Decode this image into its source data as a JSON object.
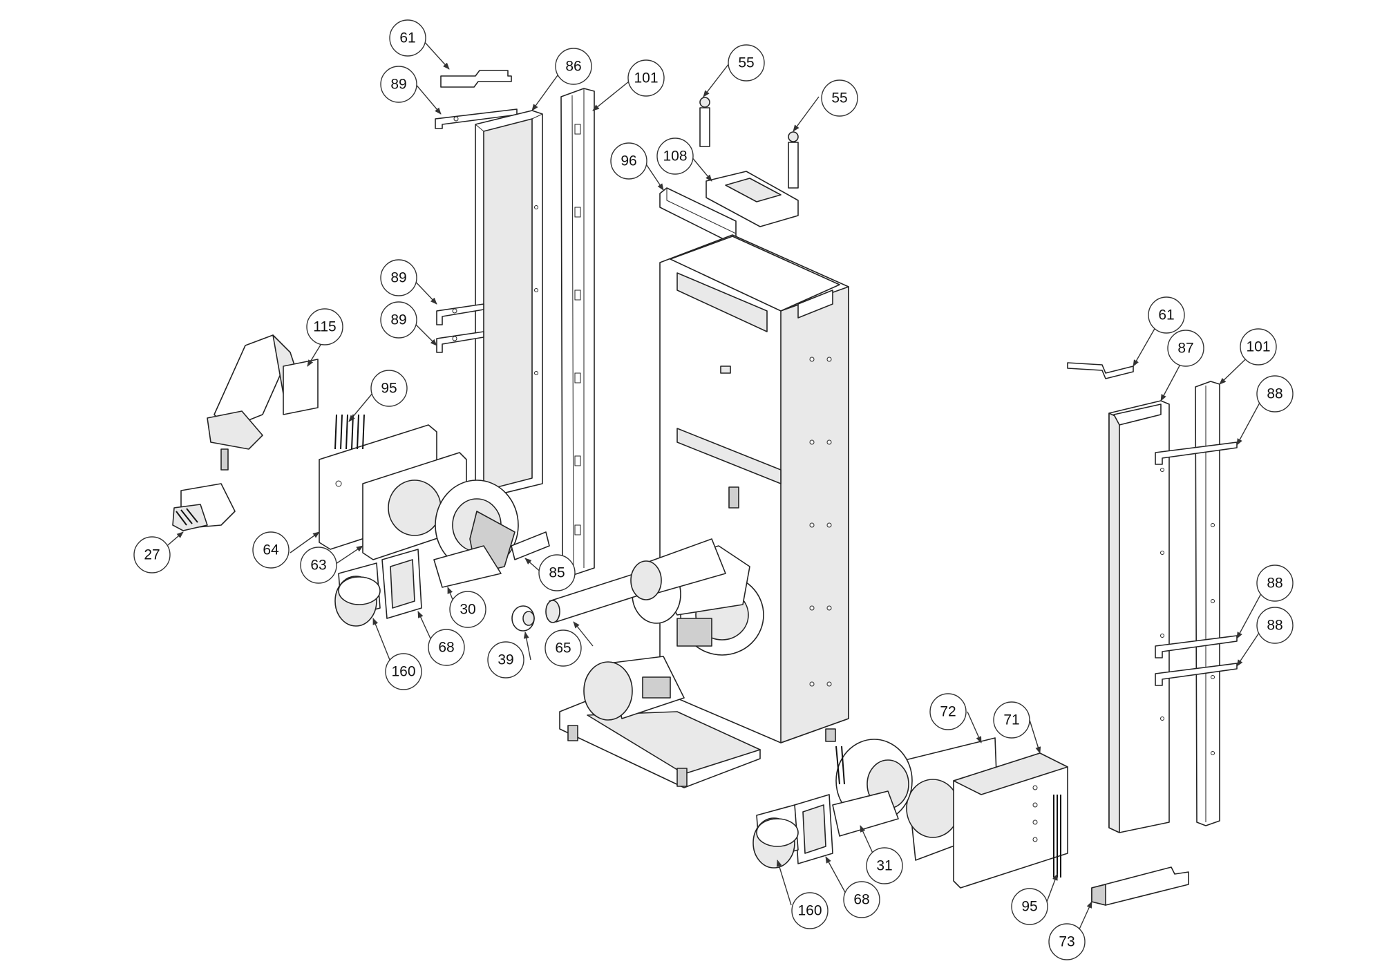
{
  "callouts": [
    {
      "label": "61"
    },
    {
      "label": "89"
    },
    {
      "label": "86"
    },
    {
      "label": "101"
    },
    {
      "label": "55"
    },
    {
      "label": "55"
    },
    {
      "label": "96"
    },
    {
      "label": "108"
    },
    {
      "label": "89"
    },
    {
      "label": "89"
    },
    {
      "label": "115"
    },
    {
      "label": "95"
    },
    {
      "label": "27"
    },
    {
      "label": "64"
    },
    {
      "label": "63"
    },
    {
      "label": "85"
    },
    {
      "label": "30"
    },
    {
      "label": "68"
    },
    {
      "label": "160"
    },
    {
      "label": "39"
    },
    {
      "label": "65"
    },
    {
      "label": "61"
    },
    {
      "label": "87"
    },
    {
      "label": "101"
    },
    {
      "label": "88"
    },
    {
      "label": "88"
    },
    {
      "label": "88"
    },
    {
      "label": "72"
    },
    {
      "label": "71"
    },
    {
      "label": "31"
    },
    {
      "label": "160"
    },
    {
      "label": "68"
    },
    {
      "label": "95"
    },
    {
      "label": "73"
    }
  ]
}
